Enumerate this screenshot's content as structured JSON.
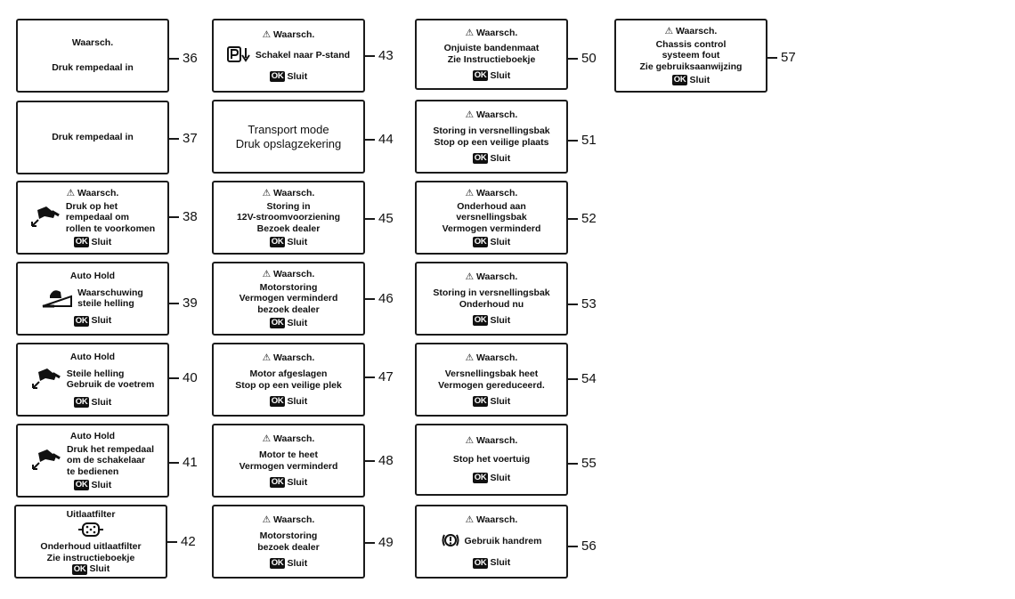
{
  "common": {
    "warn_title": "Waarsch.",
    "ok_chip": "OK",
    "close_label": "Sluit"
  },
  "panels": [
    {
      "number": "36",
      "header": "Waarsch.",
      "lines": [
        "Druk rempedaal in"
      ]
    },
    {
      "number": "37",
      "lines": [
        "Druk rempedaal in"
      ]
    },
    {
      "number": "38",
      "header": "⚠ Waarsch.",
      "icon": "foot-brake-pedal-icon",
      "lines": [
        "Druk op het",
        "rempedaal om",
        "rollen te voorkomen"
      ],
      "ok": true
    },
    {
      "number": "39",
      "header": "Auto Hold",
      "icon": "steep-slope-icon",
      "lines": [
        "Waarschuwing",
        "steile helling"
      ],
      "ok": true
    },
    {
      "number": "40",
      "header": "Auto Hold",
      "icon": "foot-brake-pedal-icon",
      "lines": [
        "Steile helling",
        "Gebruik de voetrem"
      ],
      "ok": true
    },
    {
      "number": "41",
      "header": "Auto Hold",
      "icon": "foot-brake-pedal-icon",
      "lines": [
        "Druk het rempedaal",
        "om de schakelaar",
        "te bedienen"
      ],
      "ok": true
    },
    {
      "number": "42",
      "header": "Uitlaatfilter",
      "icon": "exhaust-filter-icon",
      "lines": [
        "Onderhoud uitlaatfilter",
        "Zie instructieboekje"
      ],
      "ok": true
    },
    {
      "number": "43",
      "header": "⚠ Waarsch.",
      "icon": "park-position-icon",
      "lines": [
        "Schakel naar P-stand"
      ],
      "ok": true
    },
    {
      "number": "44",
      "lines": [
        "Transport mode",
        "Druk opslagzekering"
      ]
    },
    {
      "number": "45",
      "header": "⚠ Waarsch.",
      "lines": [
        "Storing in",
        "12V-stroomvoorziening",
        "Bezoek dealer"
      ],
      "ok": true
    },
    {
      "number": "46",
      "header": "⚠ Waarsch.",
      "lines": [
        "Motorstoring",
        "Vermogen verminderd",
        "bezoek dealer"
      ],
      "ok": true
    },
    {
      "number": "47",
      "header": "⚠ Waarsch.",
      "lines": [
        "Motor afgeslagen",
        "Stop op een veilige plek"
      ],
      "ok": true
    },
    {
      "number": "48",
      "header": "⚠ Waarsch.",
      "lines": [
        "Motor te heet",
        "Vermogen verminderd"
      ],
      "ok": true
    },
    {
      "number": "49",
      "header": "⚠ Waarsch.",
      "lines": [
        "Motorstoring",
        "bezoek dealer"
      ],
      "ok": true
    },
    {
      "number": "50",
      "header": "⚠ Waarsch.",
      "lines": [
        "Onjuiste bandenmaat",
        "Zie Instructieboekje"
      ],
      "ok": true
    },
    {
      "number": "51",
      "header": "⚠ Waarsch.",
      "lines": [
        "Storing in versnellingsbak",
        "Stop op een  veilige plaats"
      ],
      "ok": true
    },
    {
      "number": "52",
      "header": "⚠ Waarsch.",
      "lines": [
        "Onderhoud aan",
        "versnellingsbak",
        "Vermogen verminderd"
      ],
      "ok": true
    },
    {
      "number": "53",
      "header": "⚠ Waarsch.",
      "lines": [
        "Storing in versnellingsbak",
        "Onderhoud nu"
      ],
      "ok": true
    },
    {
      "number": "54",
      "header": "⚠ Waarsch.",
      "lines": [
        "Versnellingsbak heet",
        "Vermogen gereduceerd."
      ],
      "ok": true
    },
    {
      "number": "55",
      "header": "⚠ Waarsch.",
      "lines": [
        "Stop het voertuig"
      ],
      "ok": true
    },
    {
      "number": "56",
      "header": "⚠ Waarsch.",
      "icon": "parking-brake-icon",
      "lines": [
        "Gebruik handrem"
      ],
      "ok": true
    },
    {
      "number": "57",
      "header": "⚠ Waarsch.",
      "lines": [
        "Chassis control",
        "systeem fout",
        "Zie gebruiksaanwijzing"
      ],
      "ok": true
    }
  ]
}
